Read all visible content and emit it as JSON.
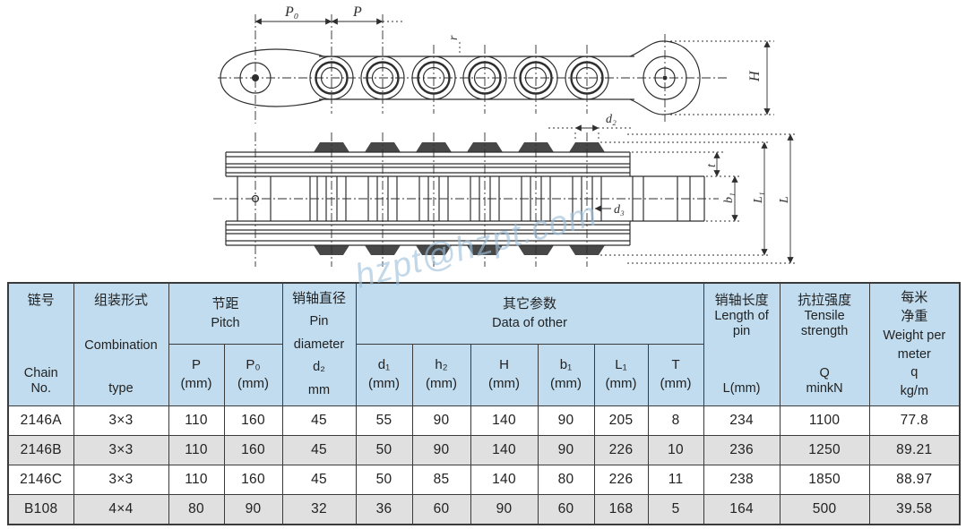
{
  "colors": {
    "header_bg": "#c1dcef",
    "row_alt_bg": "#e0e0e0",
    "border": "#3b3b3b",
    "line": "#2e2e2e",
    "watermark": "#9dbfda"
  },
  "watermark": {
    "text": "hzpt@hzpt.com"
  },
  "drawing": {
    "labels": {
      "p0": "P₀",
      "p": "P",
      "r": "r",
      "h": "H",
      "d2": "d₂",
      "d3": "d₃",
      "t": "t",
      "b1": "b₁",
      "l1": "L₁",
      "l": "L"
    }
  },
  "header": {
    "chain_no": {
      "zh": "链号",
      "en_l1": "Chain",
      "en_l2": "No."
    },
    "combination": {
      "zh": "组装形式",
      "en": "Combination",
      "en2": "type"
    },
    "pitch": {
      "zh": "节距",
      "en": "Pitch",
      "sub": [
        {
          "sym": "P",
          "unit": "(mm)"
        },
        {
          "sym": "P₀",
          "unit": "(mm)"
        }
      ]
    },
    "pin_diameter": {
      "zh": "销轴直径",
      "en_l1": "Pin",
      "en_l2": "diameter",
      "sym": "d₂",
      "unit": "mm"
    },
    "other": {
      "zh": "其它参数",
      "en": "Data of other",
      "sub": [
        {
          "sym": "d₁",
          "unit": "(mm)"
        },
        {
          "sym": "h₂",
          "unit": "(mm)"
        },
        {
          "sym": "H",
          "unit": "(mm)"
        },
        {
          "sym": "b₁",
          "unit": "(mm)"
        },
        {
          "sym": "L₁",
          "unit": "(mm)"
        },
        {
          "sym": "T",
          "unit": "(mm)"
        }
      ]
    },
    "pin_length": {
      "zh": "销轴长度",
      "en_l1": "Length of",
      "en_l2": "pin",
      "sym": "L(mm)"
    },
    "tensile": {
      "zh": "抗拉强度",
      "en_l1": "Tensile",
      "en_l2": "strength",
      "sym": "Q",
      "unit": "minkN"
    },
    "weight": {
      "zh_l1": "每米",
      "zh_l2": "净重",
      "en_l1": "Weight per",
      "en_l2": "meter",
      "sym": "q",
      "unit": "kg/m"
    }
  },
  "rows": [
    {
      "chain_no": "2146A",
      "type": "3×3",
      "p": "110",
      "p0": "160",
      "d2": "45",
      "d1": "55",
      "h2": "90",
      "h": "140",
      "b1": "90",
      "l1": "205",
      "t": "8",
      "l": "234",
      "q": "1100",
      "w": "77.8"
    },
    {
      "chain_no": "2146B",
      "type": "3×3",
      "p": "110",
      "p0": "160",
      "d2": "45",
      "d1": "50",
      "h2": "90",
      "h": "140",
      "b1": "90",
      "l1": "226",
      "t": "10",
      "l": "236",
      "q": "1250",
      "w": "89.21"
    },
    {
      "chain_no": "2146C",
      "type": "3×3",
      "p": "110",
      "p0": "160",
      "d2": "45",
      "d1": "50",
      "h2": "85",
      "h": "140",
      "b1": "80",
      "l1": "226",
      "t": "11",
      "l": "238",
      "q": "1850",
      "w": "88.97"
    },
    {
      "chain_no": "B108",
      "type": "4×4",
      "p": "80",
      "p0": "90",
      "d2": "32",
      "d1": "36",
      "h2": "60",
      "h": "90",
      "b1": "60",
      "l1": "168",
      "t": "5",
      "l": "164",
      "q": "500",
      "w": "39.58"
    }
  ]
}
